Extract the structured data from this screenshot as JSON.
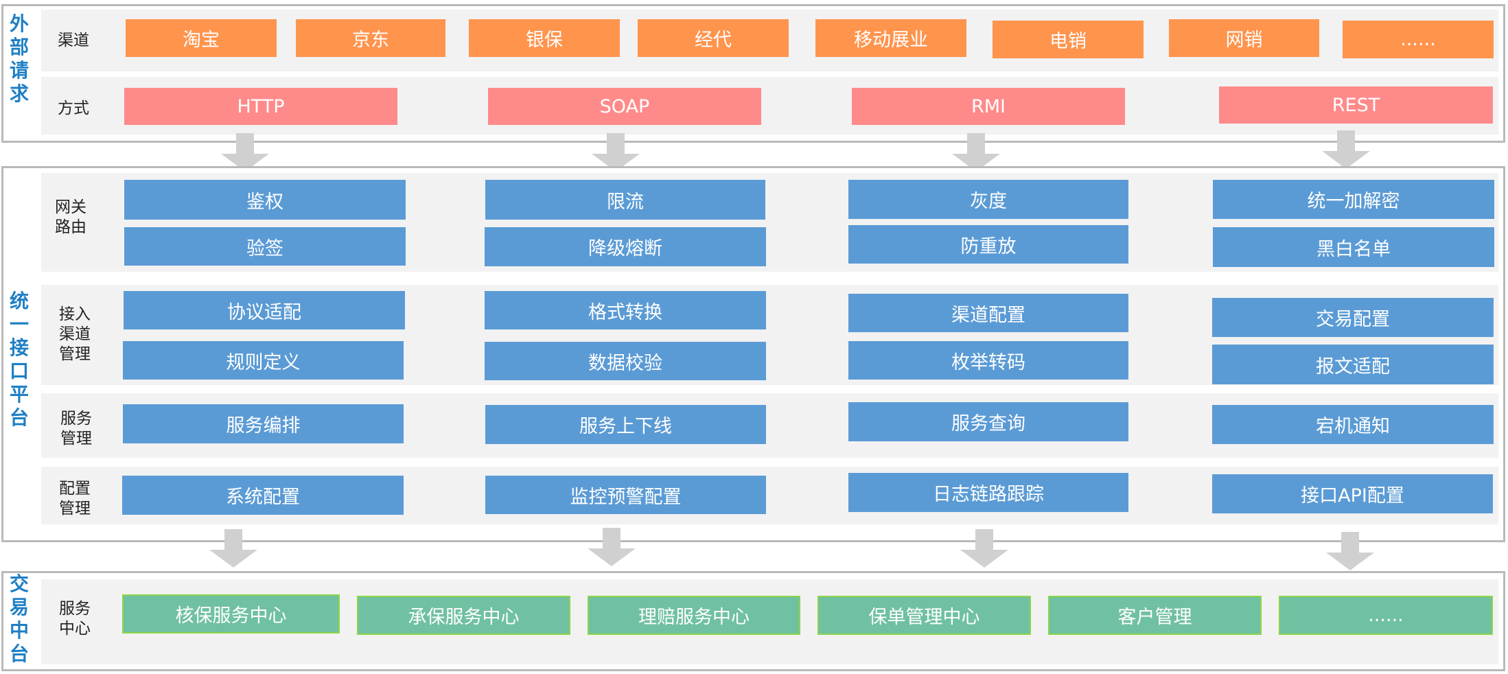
{
  "colors": {
    "channel": "#ff944d",
    "method": "#ff8a8a",
    "platform": "#5b9bd5",
    "middle": "#70c1a1",
    "section_title": "#1f7fc4",
    "arrow": "#d0d0d0"
  },
  "external": {
    "title": [
      "外",
      "部",
      "请",
      "求"
    ],
    "channel_label": "渠道",
    "channels": [
      "淘宝",
      "京东",
      "银保",
      "经代",
      "移动展业",
      "电销",
      "网销",
      "......"
    ],
    "method_label": "方式",
    "methods": [
      "HTTP",
      "SOAP",
      "RMI",
      "REST"
    ]
  },
  "platform": {
    "title": [
      "统",
      "一",
      "接",
      "口",
      "平",
      "台"
    ],
    "rows": [
      {
        "label": "网关\n路由",
        "cells": [
          "鉴权",
          "验签",
          "限流",
          "降级熔断",
          "灰度",
          "防重放",
          "统一加解密",
          "黑白名单"
        ]
      },
      {
        "label": "接入\n渠道\n管理",
        "cells": [
          "协议适配",
          "规则定义",
          "格式转换",
          "数据校验",
          "渠道配置",
          "枚举转码",
          "交易配置",
          "报文适配"
        ]
      },
      {
        "label": "服务\n管理",
        "cells": [
          "服务编排",
          "服务上下线",
          "服务查询",
          "宕机通知"
        ]
      },
      {
        "label": "配置\n管理",
        "cells": [
          "系统配置",
          "监控预警配置",
          "日志链路跟踪",
          "接口API配置"
        ]
      }
    ]
  },
  "middle": {
    "title": [
      "交",
      "易",
      "中",
      "台"
    ],
    "label": "服务\n中心",
    "items": [
      "核保服务中心",
      "承保服务中心",
      "理赔服务中心",
      "保单管理中心",
      "客户管理",
      "......"
    ]
  }
}
